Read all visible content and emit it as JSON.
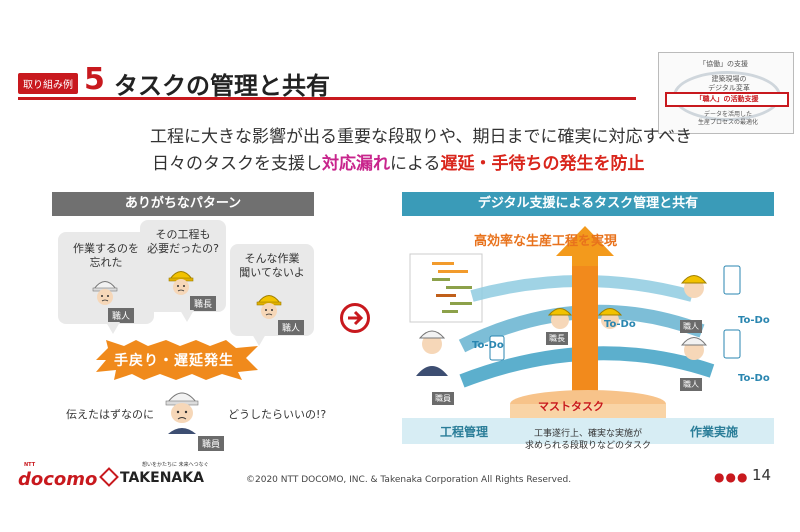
{
  "header": {
    "tag": "取り組み例",
    "number": "5",
    "title": "タスクの管理と共有"
  },
  "thumbnail": {
    "line1": "「協働」の支援",
    "line2": "建築現場の デジタル変革",
    "highlight": "「職人」の活動支援",
    "line3": "データを活用した 生産プロセスの最適化"
  },
  "lead": {
    "line1": "工程に大きな影響が出る重要な段取りや、期日までに確実に対応すべき",
    "line2_pre": "日々のタスクを支援し",
    "line2_pink": "対応漏れ",
    "line2_mid": "による",
    "line2_red": "遅延・手待ちの発生を防止"
  },
  "left": {
    "heading": "ありがちなパターン",
    "bubble1": {
      "text": "作業するのを 忘れた",
      "label": "職人"
    },
    "bubble2": {
      "text": "その工程も 必要だったの?",
      "label": "職長"
    },
    "bubble3": {
      "text": "そんな作業 聞いてないよ",
      "label": "職人"
    },
    "burst": "手戻り・遅延発生",
    "conv_left": "伝えたはずなのに",
    "conv_right": "どうしたらいいの!?",
    "person_label": "職員"
  },
  "right": {
    "heading": "デジタル支援によるタスク管理と共有",
    "efficiency": "高効率な生産工程を実現",
    "todo": "To-Do",
    "labels": {
      "foreman": "職長",
      "worker": "職人",
      "staff": "職員"
    },
    "drum_title": "マストタスク",
    "drum_desc": "工事遂行上、確実な実施が 求められる段取りなどのタスク",
    "band_left": "工程管理",
    "band_right": "作業実施"
  },
  "footer": {
    "logo1_small": "NTT",
    "logo1": "docomo",
    "logo2_small": "想いをかたちに 未来へつなぐ",
    "logo2": "TAKENAKA",
    "copyright": "©2020 NTT DOCOMO, INC. & Takenaka Corporation All Rights Reserved.",
    "dots": "●●●",
    "page": "14"
  },
  "colors": {
    "accent": "#c8191e",
    "teal": "#3a9bb8",
    "orange": "#e8721c",
    "pink": "#c8258c"
  }
}
